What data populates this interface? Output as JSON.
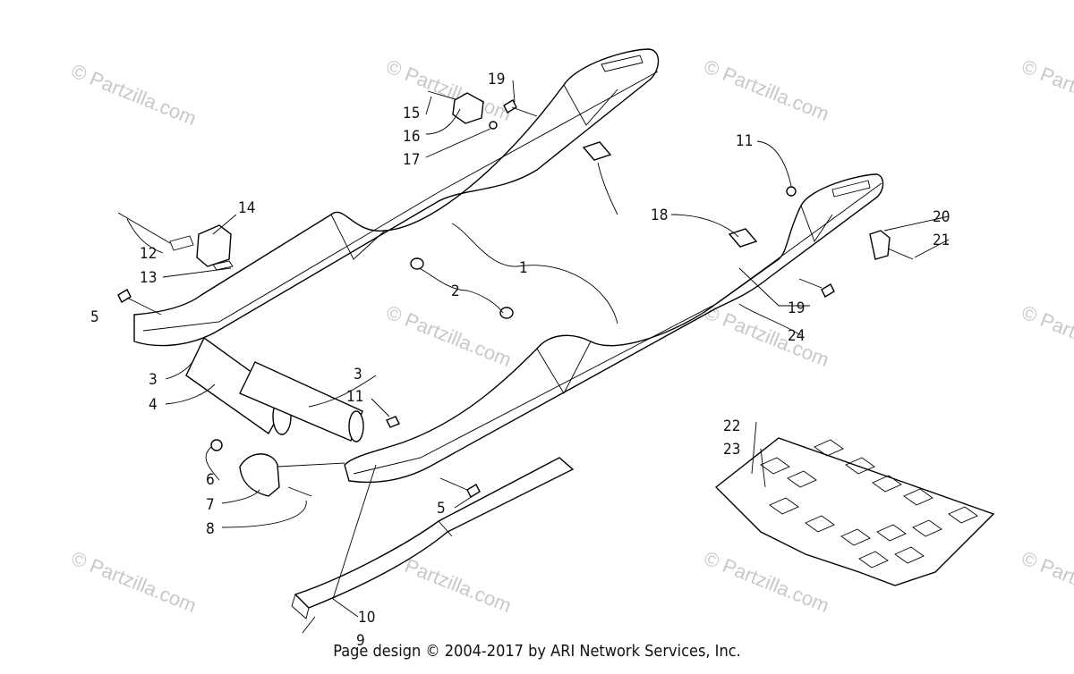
{
  "watermark": {
    "text": "© Partzilla.com",
    "color": "#c8c8c8"
  },
  "callouts": {
    "c1": "1",
    "c2": "2",
    "c3a": "3",
    "c3b": "3",
    "c4": "4",
    "c5a": "5",
    "c5b": "5",
    "c6": "6",
    "c7": "7",
    "c8": "8",
    "c9": "9",
    "c10": "10",
    "c11a": "11",
    "c11b": "11",
    "c12": "12",
    "c13": "13",
    "c14": "14",
    "c15": "15",
    "c16": "16",
    "c17": "17",
    "c18": "18",
    "c19a": "19",
    "c19b": "19",
    "c20": "20",
    "c21": "21",
    "c22": "22",
    "c23": "23",
    "c24": "24"
  },
  "footer": {
    "text": "Page design © 2004-2017 by ARI Network Services, Inc."
  }
}
